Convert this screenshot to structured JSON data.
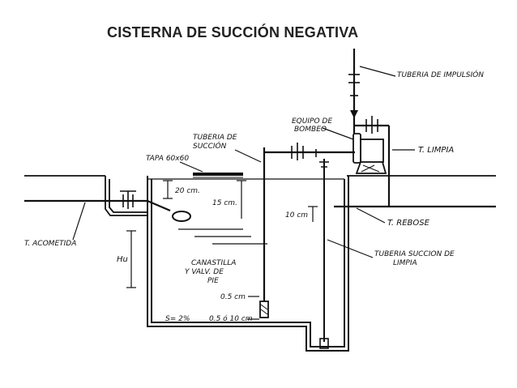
{
  "title": "CISTERNA DE SUCCIÓN NEGATIVA",
  "colors": {
    "ink": "#111111",
    "title": "#222222",
    "background": "#ffffff"
  },
  "labels": {
    "tuberia_impulsion": "TUBERIA DE IMPULSIÓN",
    "equipo_bombeo_1": "EQUIPO DE",
    "equipo_bombeo_2": "BOMBEO",
    "t_limpia": "T. LIMPIA",
    "tuberia_succion_1": "TUBERIA DE",
    "tuberia_succion_2": "SUCCIÓN",
    "tapa": "TAPA 60x60",
    "dim_20cm": "20 cm.",
    "dim_15cm": "15 cm.",
    "dim_10cm": "10 cm",
    "t_rebose": "T. REBOSE",
    "t_acometida": "T. ACOMETIDA",
    "tuberia_succion_limpia_1": "TUBERIA SUCCION DE",
    "tuberia_succion_limpia_2": "LIMPIA",
    "hu": "Hu",
    "canastilla_1": "CANASTILLA",
    "canastilla_2": "Y VALV. DE",
    "canastilla_3": "PIE",
    "dim_05cm": "0.5 cm",
    "slope": "S= 2%",
    "dim_05_10cm": "0.5 ó 10 cm"
  }
}
